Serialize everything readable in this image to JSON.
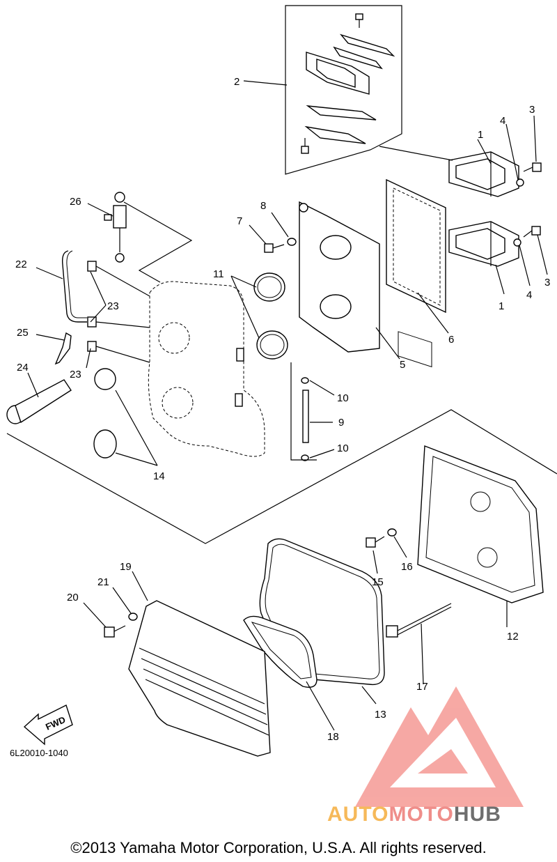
{
  "callouts": [
    {
      "id": "c1a",
      "text": "1"
    },
    {
      "id": "c1b",
      "text": "1"
    },
    {
      "id": "c2",
      "text": "2"
    },
    {
      "id": "c3a",
      "text": "3"
    },
    {
      "id": "c3b",
      "text": "3"
    },
    {
      "id": "c4a",
      "text": "4"
    },
    {
      "id": "c4b",
      "text": "4"
    },
    {
      "id": "c5",
      "text": "5"
    },
    {
      "id": "c6",
      "text": "6"
    },
    {
      "id": "c7",
      "text": "7"
    },
    {
      "id": "c8",
      "text": "8"
    },
    {
      "id": "c9",
      "text": "9"
    },
    {
      "id": "c10a",
      "text": "10"
    },
    {
      "id": "c10b",
      "text": "10"
    },
    {
      "id": "c11",
      "text": "11"
    },
    {
      "id": "c12",
      "text": "12"
    },
    {
      "id": "c13",
      "text": "13"
    },
    {
      "id": "c14",
      "text": "14"
    },
    {
      "id": "c15",
      "text": "15"
    },
    {
      "id": "c16",
      "text": "16"
    },
    {
      "id": "c17",
      "text": "17"
    },
    {
      "id": "c18",
      "text": "18"
    },
    {
      "id": "c19",
      "text": "19"
    },
    {
      "id": "c20",
      "text": "20"
    },
    {
      "id": "c21",
      "text": "21"
    },
    {
      "id": "c22",
      "text": "22"
    },
    {
      "id": "c23a",
      "text": "23"
    },
    {
      "id": "c23b",
      "text": "23"
    },
    {
      "id": "c24",
      "text": "24"
    },
    {
      "id": "c25",
      "text": "25"
    },
    {
      "id": "c26",
      "text": "26"
    }
  ],
  "fwd_label": "FWD",
  "diagram_code": "6L20010-1040",
  "watermark": {
    "logo_icon": "automotohub-triangle-logo",
    "text_part1": "AUTO",
    "text_part2": "MOTO",
    "text_part3": "HUB",
    "color_part1": "#f6b95a",
    "color_part2": "#ef8e8a",
    "color_part3": "#6e6e6e",
    "logo_color": "#f07f7a"
  },
  "copyright": "©2013 Yamaha Motor Corporation, U.S.A. All rights reserved."
}
